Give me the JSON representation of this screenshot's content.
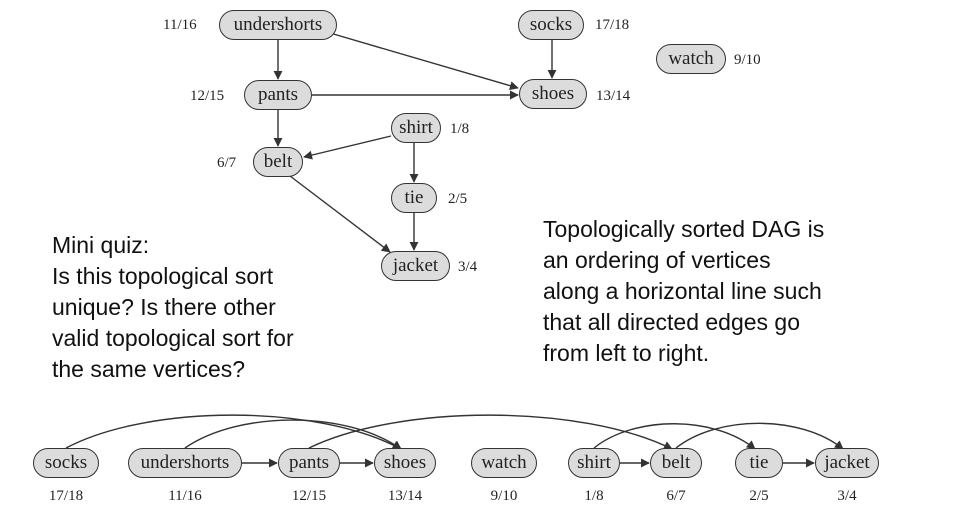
{
  "dag": {
    "nodes": [
      {
        "id": "undershorts",
        "label": "undershorts",
        "time": "11/16"
      },
      {
        "id": "pants",
        "label": "pants",
        "time": "12/15"
      },
      {
        "id": "belt",
        "label": "belt",
        "time": "6/7"
      },
      {
        "id": "shirt",
        "label": "shirt",
        "time": "1/8"
      },
      {
        "id": "tie",
        "label": "tie",
        "time": "2/5"
      },
      {
        "id": "jacket",
        "label": "jacket",
        "time": "3/4"
      },
      {
        "id": "socks",
        "label": "socks",
        "time": "17/18"
      },
      {
        "id": "shoes",
        "label": "shoes",
        "time": "13/14"
      },
      {
        "id": "watch",
        "label": "watch",
        "time": "9/10"
      }
    ],
    "edges": [
      [
        "undershorts",
        "pants"
      ],
      [
        "undershorts",
        "shoes"
      ],
      [
        "pants",
        "shoes"
      ],
      [
        "pants",
        "belt"
      ],
      [
        "shirt",
        "belt"
      ],
      [
        "shirt",
        "tie"
      ],
      [
        "tie",
        "jacket"
      ],
      [
        "belt",
        "jacket"
      ],
      [
        "socks",
        "shoes"
      ]
    ]
  },
  "sorted": {
    "order": [
      "socks",
      "undershorts",
      "pants",
      "shoes",
      "watch",
      "shirt",
      "belt",
      "tie",
      "jacket"
    ],
    "times": [
      "17/18",
      "11/16",
      "12/15",
      "13/14",
      "9/10",
      "1/8",
      "6/7",
      "2/5",
      "3/4"
    ]
  },
  "quiz": {
    "lines": [
      "Mini quiz:",
      "Is this topological sort",
      "unique? Is there other",
      "valid topological sort for",
      "the same vertices?"
    ]
  },
  "definition": {
    "lines": [
      "Topologically sorted DAG is",
      "an ordering of vertices",
      "along a horizontal line such",
      "that all directed edges go",
      "from left to right."
    ]
  }
}
